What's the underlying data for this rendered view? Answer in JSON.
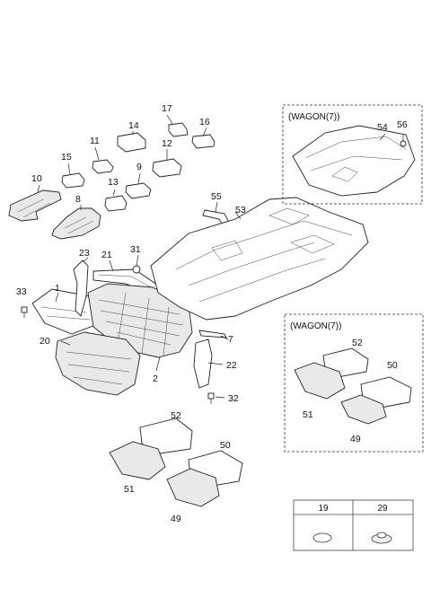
{
  "box_titles": {
    "wagon_top": "(WAGON(7))",
    "wagon_mid": "(WAGON(7))"
  },
  "callouts": {
    "c1": "1",
    "c2": "2",
    "c7": "7",
    "c8": "8",
    "c9": "9",
    "c10": "10",
    "c11": "11",
    "c12": "12",
    "c13": "13",
    "c14": "14",
    "c15": "15",
    "c16": "16",
    "c17": "17",
    "c20": "20",
    "c21": "21",
    "c22": "22",
    "c23": "23",
    "c31": "31",
    "c32": "32",
    "c33": "33",
    "c53": "53",
    "c55": "55",
    "c54": "54",
    "c56": "56",
    "c52a": "52",
    "c50a": "50",
    "c51a": "51",
    "c49a": "49",
    "c52b": "52",
    "c50b": "50",
    "c51b": "51",
    "c49b": "49"
  },
  "legend_table": {
    "col1_header": "19",
    "col2_header": "29"
  }
}
